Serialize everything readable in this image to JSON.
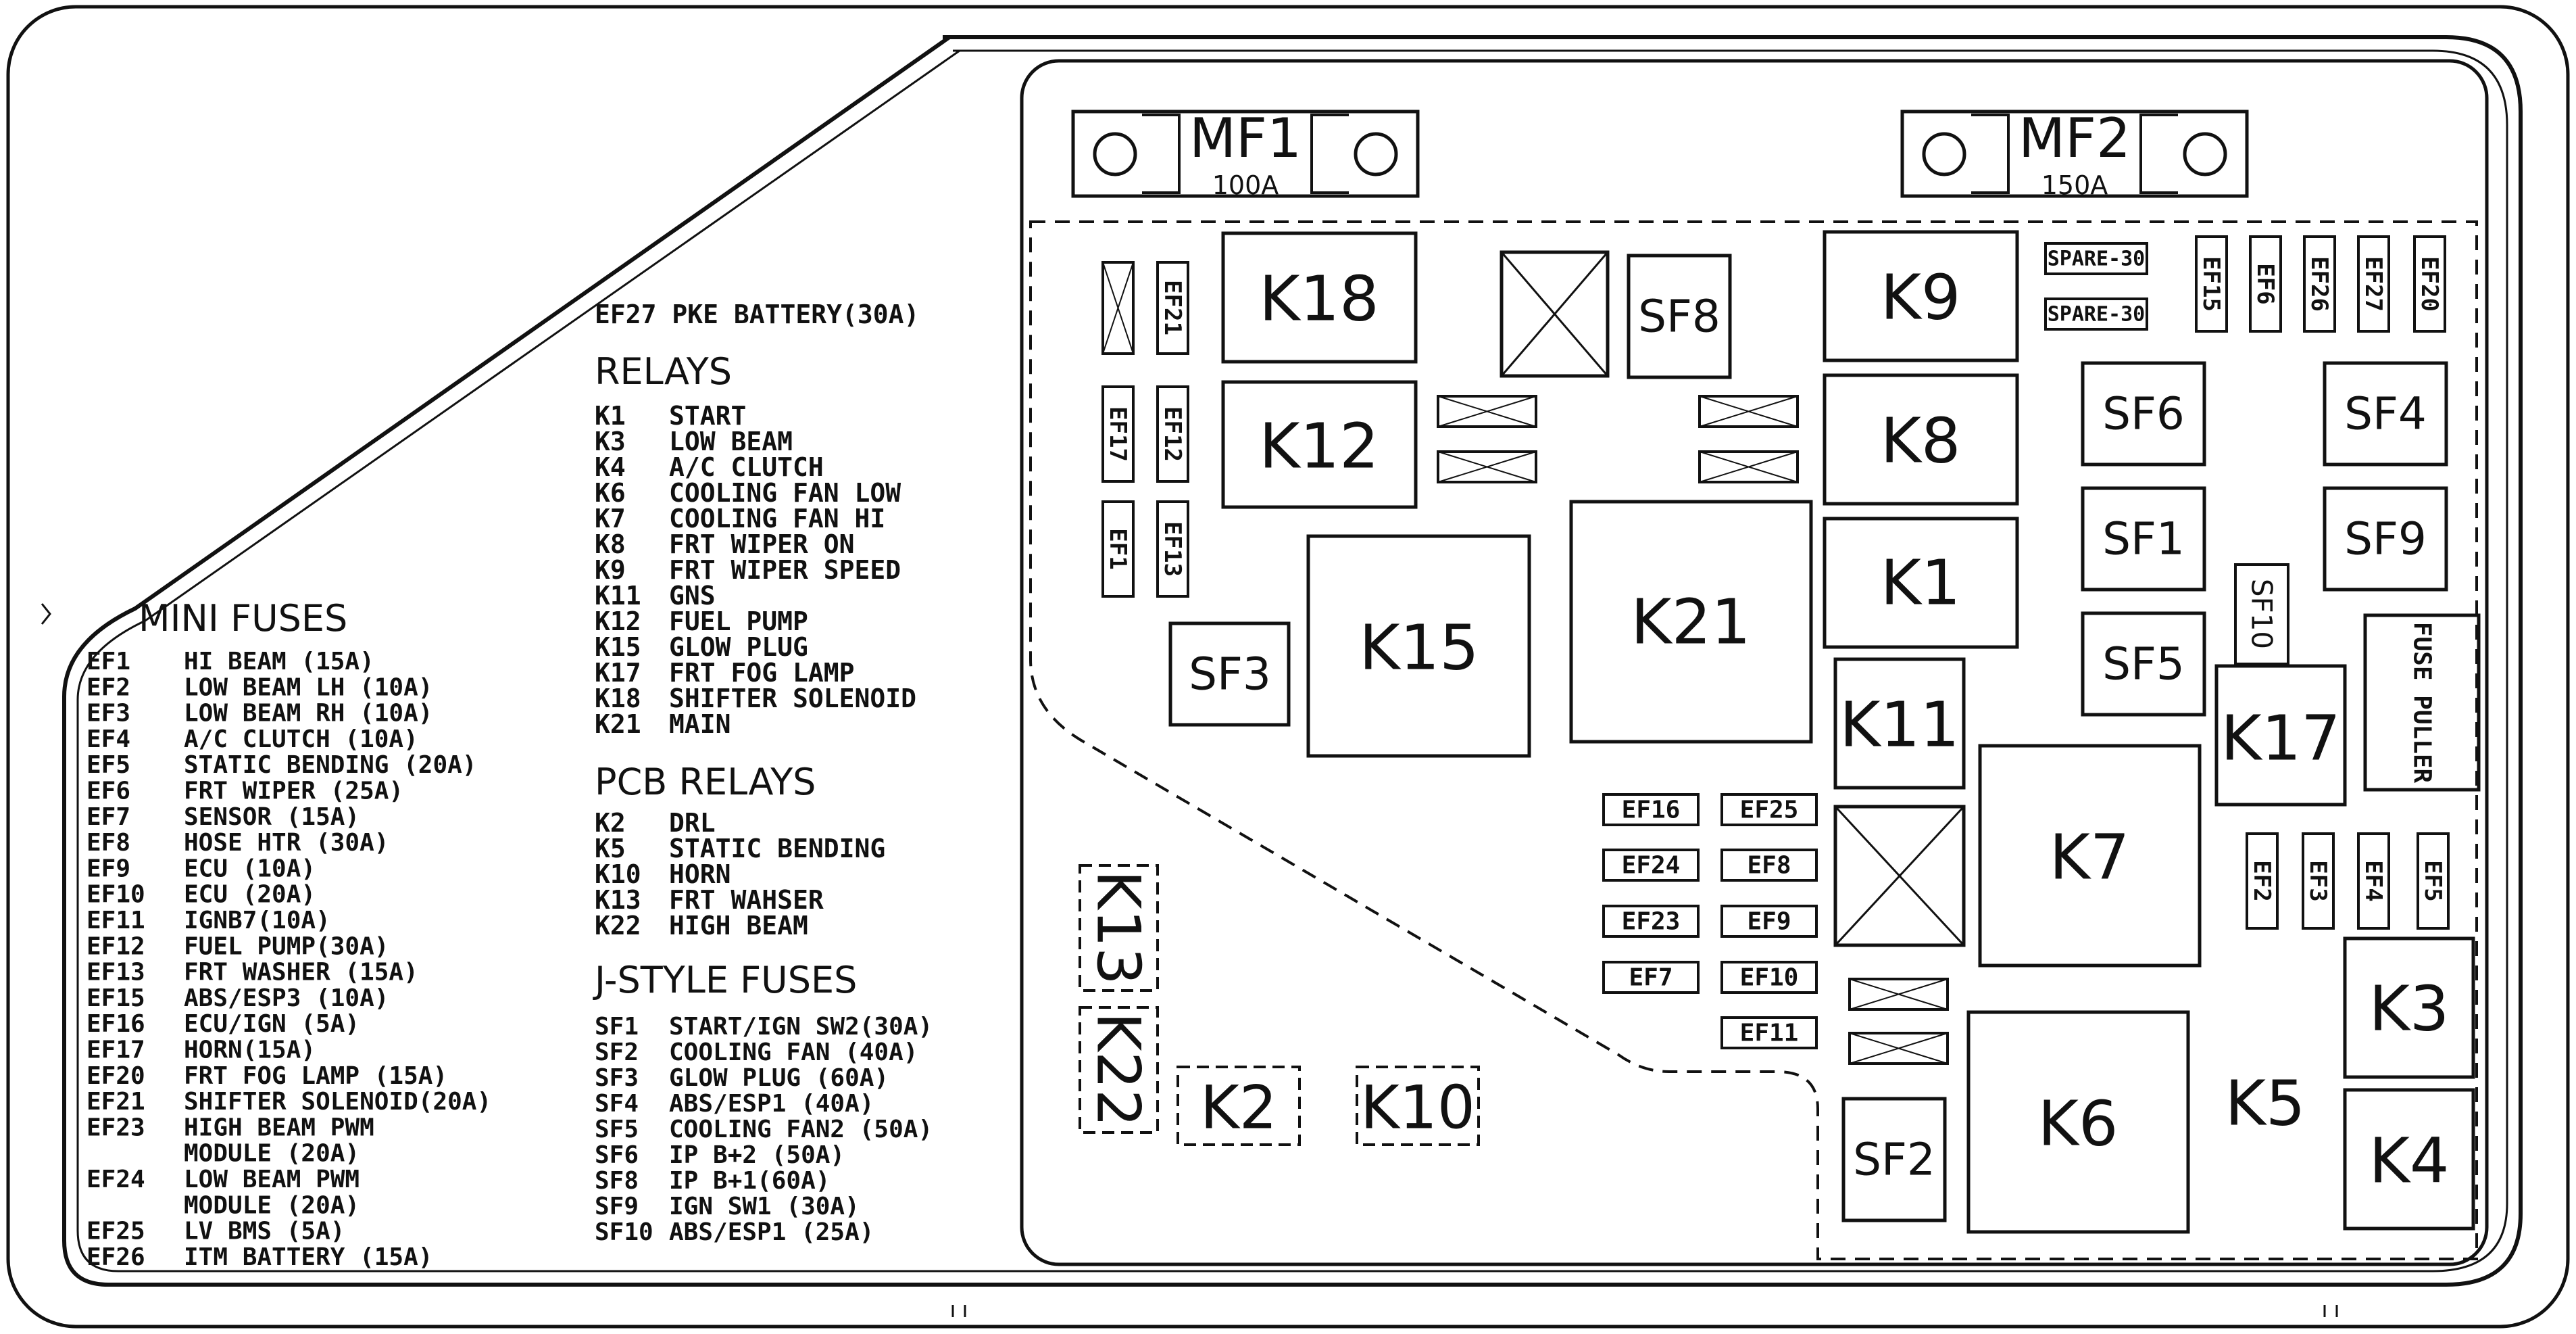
{
  "legend": {
    "ef27_note": "EF27 PKE BATTERY(30A)",
    "relays": {
      "heading": "RELAYS",
      "items": [
        {
          "code": "K1",
          "text": "START"
        },
        {
          "code": "K3",
          "text": "LOW BEAM"
        },
        {
          "code": "K4",
          "text": "A/C CLUTCH"
        },
        {
          "code": "K6",
          "text": "COOLING FAN LOW"
        },
        {
          "code": "K7",
          "text": "COOLING FAN HI"
        },
        {
          "code": "K8",
          "text": "FRT WIPER ON"
        },
        {
          "code": "K9",
          "text": "FRT WIPER SPEED"
        },
        {
          "code": "K11",
          "text": "GNS"
        },
        {
          "code": "K12",
          "text": "FUEL PUMP"
        },
        {
          "code": "K15",
          "text": "GLOW PLUG"
        },
        {
          "code": "K17",
          "text": "FRT FOG LAMP"
        },
        {
          "code": "K18",
          "text": "SHIFTER SOLENOID"
        },
        {
          "code": "K21",
          "text": "MAIN"
        }
      ]
    },
    "pcb_relays": {
      "heading": "PCB RELAYS",
      "items": [
        {
          "code": "K2",
          "text": "DRL"
        },
        {
          "code": "K5",
          "text": "STATIC BENDING"
        },
        {
          "code": "K10",
          "text": "HORN"
        },
        {
          "code": "K13",
          "text": "FRT WAHSER"
        },
        {
          "code": "K22",
          "text": "HIGH BEAM"
        }
      ]
    },
    "j_style_fuses": {
      "heading": "J-STYLE FUSES",
      "items": [
        {
          "code": "SF1",
          "text": "START/IGN SW2(30A)"
        },
        {
          "code": "SF2",
          "text": "COOLING FAN (40A)"
        },
        {
          "code": "SF3",
          "text": "GLOW PLUG (60A)"
        },
        {
          "code": "SF4",
          "text": "ABS/ESP1 (40A)"
        },
        {
          "code": "SF5",
          "text": "COOLING FAN2 (50A)"
        },
        {
          "code": "SF6",
          "text": "IP B+2 (50A)"
        },
        {
          "code": "SF8",
          "text": "IP B+1(60A)"
        },
        {
          "code": "SF9",
          "text": "IGN SW1 (30A)"
        },
        {
          "code": "SF10",
          "text": "ABS/ESP1 (25A)"
        }
      ]
    },
    "mini_fuses": {
      "heading": "MINI FUSES",
      "items": [
        {
          "code": "EF1",
          "text": "HI BEAM (15A)"
        },
        {
          "code": "EF2",
          "text": "LOW BEAM LH (10A)"
        },
        {
          "code": "EF3",
          "text": "LOW BEAM RH (10A)"
        },
        {
          "code": "EF4",
          "text": "A/C CLUTCH (10A)"
        },
        {
          "code": "EF5",
          "text": "STATIC BENDING (20A)"
        },
        {
          "code": "EF6",
          "text": "FRT WIPER (25A)"
        },
        {
          "code": "EF7",
          "text": "SENSOR (15A)"
        },
        {
          "code": "EF8",
          "text": "HOSE HTR (30A)"
        },
        {
          "code": "EF9",
          "text": "ECU (10A)"
        },
        {
          "code": "EF10",
          "text": "ECU (20A)"
        },
        {
          "code": "EF11",
          "text": "IGNB7(10A)"
        },
        {
          "code": "EF12",
          "text": "FUEL PUMP(30A)"
        },
        {
          "code": "EF13",
          "text": "FRT WASHER (15A)"
        },
        {
          "code": "EF15",
          "text": "ABS/ESP3 (10A)"
        },
        {
          "code": "EF16",
          "text": "ECU/IGN (5A)"
        },
        {
          "code": "EF17",
          "text": "HORN(15A)"
        },
        {
          "code": "EF20",
          "text": "FRT FOG LAMP (15A)"
        },
        {
          "code": "EF21",
          "text": "SHIFTER SOLENOID(20A)"
        },
        {
          "code": "EF23",
          "text": "HIGH BEAM PWM"
        },
        {
          "code": "",
          "text": "MODULE (20A)"
        },
        {
          "code": "EF24",
          "text": "LOW BEAM PWM"
        },
        {
          "code": "",
          "text": "MODULE (20A)"
        },
        {
          "code": "EF25",
          "text": "LV BMS (5A)"
        },
        {
          "code": "EF26",
          "text": "ITM BATTERY (15A)"
        }
      ]
    }
  },
  "diagram": {
    "main_fuses": {
      "mf1": {
        "label": "MF1",
        "rating": "100A"
      },
      "mf2": {
        "label": "MF2",
        "rating": "150A"
      }
    },
    "relays": {
      "k18": "K18",
      "k12": "K12",
      "k15": "K15",
      "k21": "K21",
      "k9": "K9",
      "k8": "K8",
      "k1": "K1",
      "k11": "K11",
      "k7": "K7",
      "k6": "K6",
      "k17": "K17",
      "k3": "K3",
      "k4": "K4",
      "k5": "K5",
      "k13": "K13",
      "k22": "K22",
      "k2": "K2",
      "k10": "K10"
    },
    "j_fuses": {
      "sf8": "SF8",
      "sf3": "SF3",
      "sf6": "SF6",
      "sf4": "SF4",
      "sf1": "SF1",
      "sf9": "SF9",
      "sf5": "SF5",
      "sf10": "SF10",
      "sf2": "SF2"
    },
    "mini_fuses": {
      "ef21": "EF21",
      "ef17": "EF17",
      "ef12": "EF12",
      "ef1": "EF1",
      "ef13": "EF13",
      "ef15": "EF15",
      "ef6": "EF6",
      "ef26": "EF26",
      "ef27": "EF27",
      "ef20": "EF20",
      "ef16": "EF16",
      "ef25": "EF25",
      "ef24": "EF24",
      "ef8": "EF8",
      "ef23": "EF23",
      "ef9": "EF9",
      "ef7": "EF7",
      "ef10": "EF10",
      "ef11": "EF11",
      "ef2": "EF2",
      "ef3": "EF3",
      "ef4": "EF4",
      "ef5": "EF5"
    },
    "spares": {
      "spare1": "SPARE-30",
      "spare2": "SPARE-30"
    },
    "fuse_puller": "FUSE PULLER"
  }
}
